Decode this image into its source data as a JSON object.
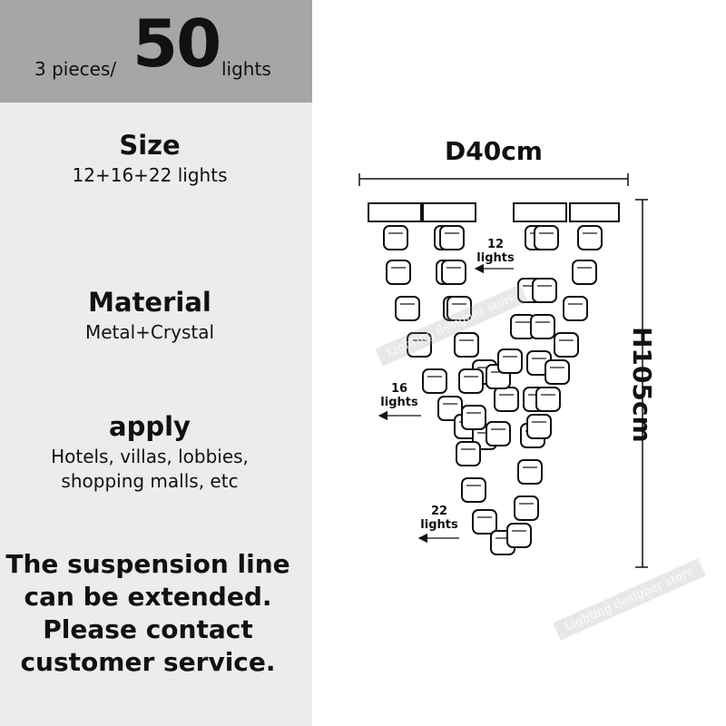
{
  "header": {
    "pieces_label": "3 pieces/",
    "count": "50",
    "unit": "lights"
  },
  "specs": [
    {
      "heading": "Size",
      "value_lines": [
        "12+16+22 lights"
      ]
    },
    {
      "heading": "Material",
      "value_lines": [
        "Metal+Crystal"
      ]
    },
    {
      "heading": "apply",
      "value_lines": [
        "Hotels, villas, lobbies,",
        "shopping malls, etc"
      ]
    }
  ],
  "note_lines": [
    "The suspension line",
    "can be extended.",
    "Please contact",
    "customer service."
  ],
  "diagram": {
    "diameter": "D40cm",
    "height": "H105cm",
    "strand_labels": [
      {
        "count": "12",
        "unit": "lights"
      },
      {
        "count": "16",
        "unit": "lights"
      },
      {
        "count": "22",
        "unit": "lights"
      }
    ]
  },
  "watermark": "Lighting designer store",
  "colors": {
    "header_bg": "#a6a6a6",
    "panel_bg": "#ececec",
    "text": "#111111"
  }
}
